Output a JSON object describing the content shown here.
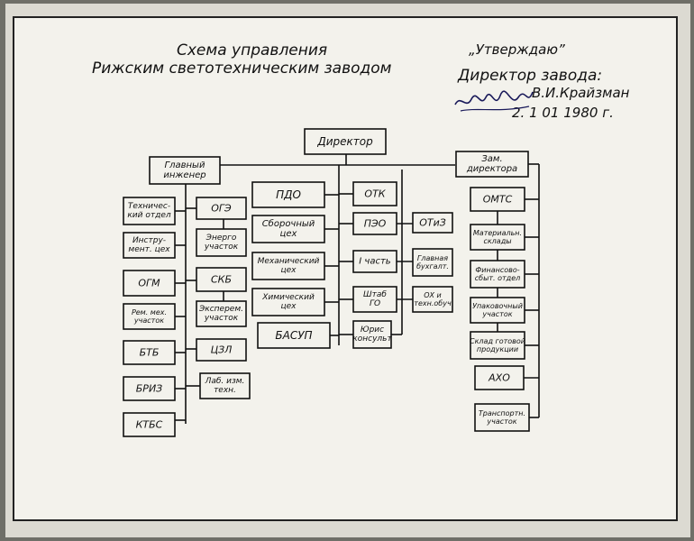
{
  "header": {
    "title_line1": "Схема управления",
    "title_line2": "Рижским светотехническим заводом",
    "approve_quote": "„Утверждаю”",
    "approve_role": "Директор завода:",
    "approve_name": "В.И.Крайзман",
    "approve_date": "2. 1 01 1980 г."
  },
  "org_units": {
    "director": [
      "Директор"
    ],
    "chief_engineer": [
      "Главный",
      "инженер"
    ],
    "deputy_director": [
      "Зам.",
      "директора"
    ],
    "tech_dept": [
      "Техничес-",
      "кий отдел"
    ],
    "tool_shop": [
      "Инстру-",
      "мент. цех"
    ],
    "ogm": [
      "ОГМ"
    ],
    "repair_mech": [
      "Рем. мех.",
      "участок"
    ],
    "btb": [
      "БТБ"
    ],
    "briz": [
      "БРИЗ"
    ],
    "ktbs": [
      "КТБС"
    ],
    "oge": [
      "ОГЭ"
    ],
    "energy_section": [
      "Энерго",
      "участок"
    ],
    "skb": [
      "СКБ"
    ],
    "experimental_section": [
      "Эксперем.",
      "участок"
    ],
    "czl": [
      "ЦЗЛ"
    ],
    "lab_measure": [
      "Лаб. изм.",
      "техн."
    ],
    "pdo": [
      "ПДО"
    ],
    "assembly_shop": [
      "Сборочный",
      "цех"
    ],
    "mechanical_shop": [
      "Механический",
      "цех"
    ],
    "chemical_shop": [
      "Химический",
      "цех"
    ],
    "basup": [
      "БАСУП"
    ],
    "otk": [
      "ОТК"
    ],
    "peo": [
      "ПЭО"
    ],
    "first_dept": [
      "I часть"
    ],
    "staff_go": [
      "Штаб",
      "ГО"
    ],
    "legal_consult": [
      "Юрис",
      "консульт"
    ],
    "otiz": [
      "ОТиЗ"
    ],
    "chief_accountant": [
      "Главная",
      "бухгалт."
    ],
    "labor_safety": [
      "ОХ и",
      "техн.обуч"
    ],
    "omts": [
      "ОМТС"
    ],
    "material_warehouses": [
      "Материальн.",
      "склады"
    ],
    "finance_sales": [
      "Финансово-",
      "сбыт. отдел"
    ],
    "packing_section": [
      "Упаковочный",
      "участок"
    ],
    "finished_goods_warehouse": [
      "Склад готовой",
      "продукции"
    ],
    "aho": [
      "АХО"
    ],
    "transport_section": [
      "Транспортн.",
      "участок"
    ]
  }
}
